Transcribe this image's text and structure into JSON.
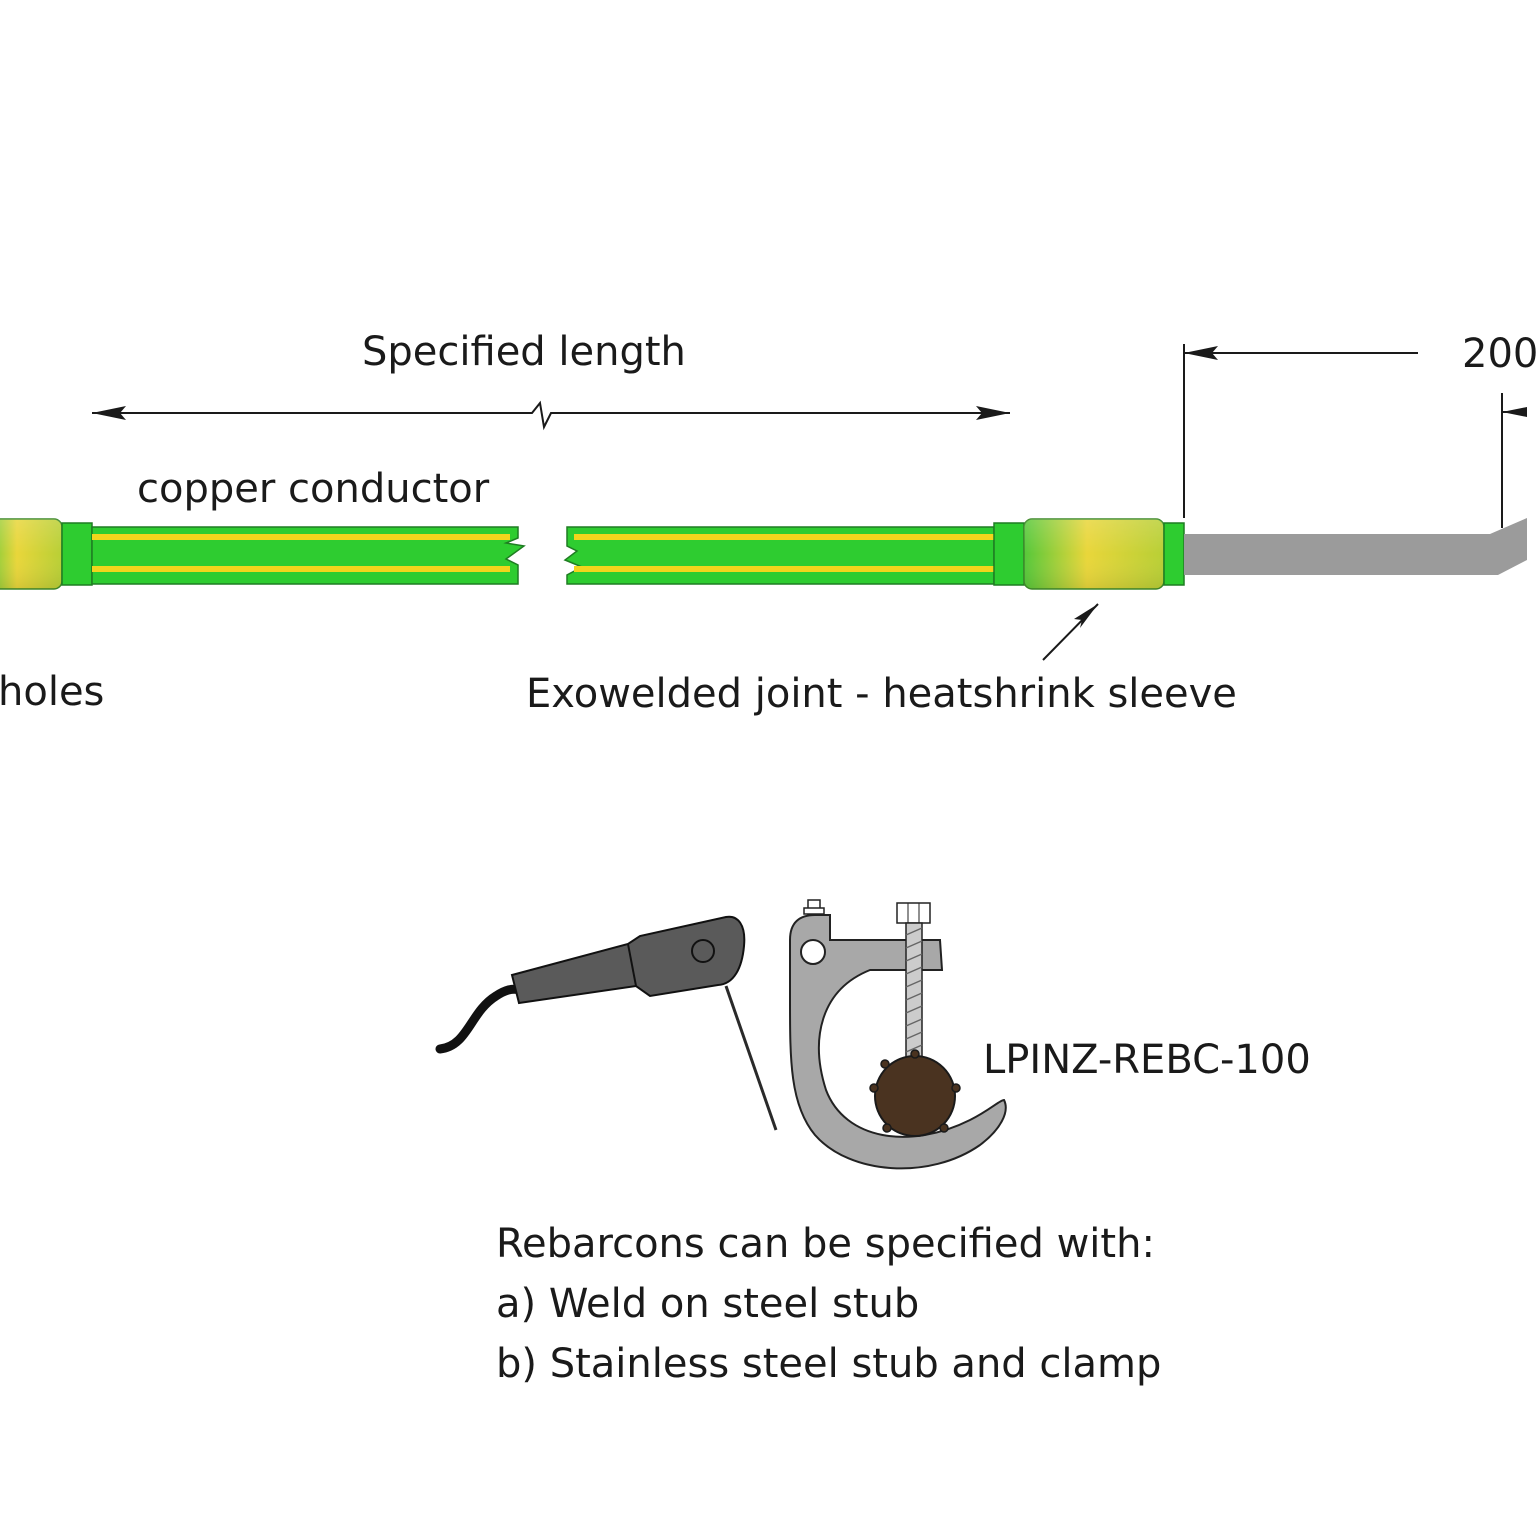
{
  "labels": {
    "specified_length": "Specified length",
    "dimension_200": "200",
    "copper_conductor": "copper conductor",
    "holes": "holes",
    "exowelded_joint": "Exowelded joint - heatshrink sleeve",
    "part_number": "LPINZ-REBC-100"
  },
  "note": {
    "heading": "Rebarcons can be specified with:",
    "option_a": "a) Weld on steel stub",
    "option_b": "b) Stainless steel stub and  clamp"
  },
  "colors": {
    "conductor_green": "#2ecc30",
    "conductor_stripe": "#f2d51c",
    "sleeve_yellow": "#e6d436",
    "steel_stub": "#9b9b9b",
    "clamp_grey": "#a8a8a8",
    "lug_dark": "#5a5a5a",
    "rebar_brown": "#4a3320",
    "line": "#1a1a1a"
  }
}
